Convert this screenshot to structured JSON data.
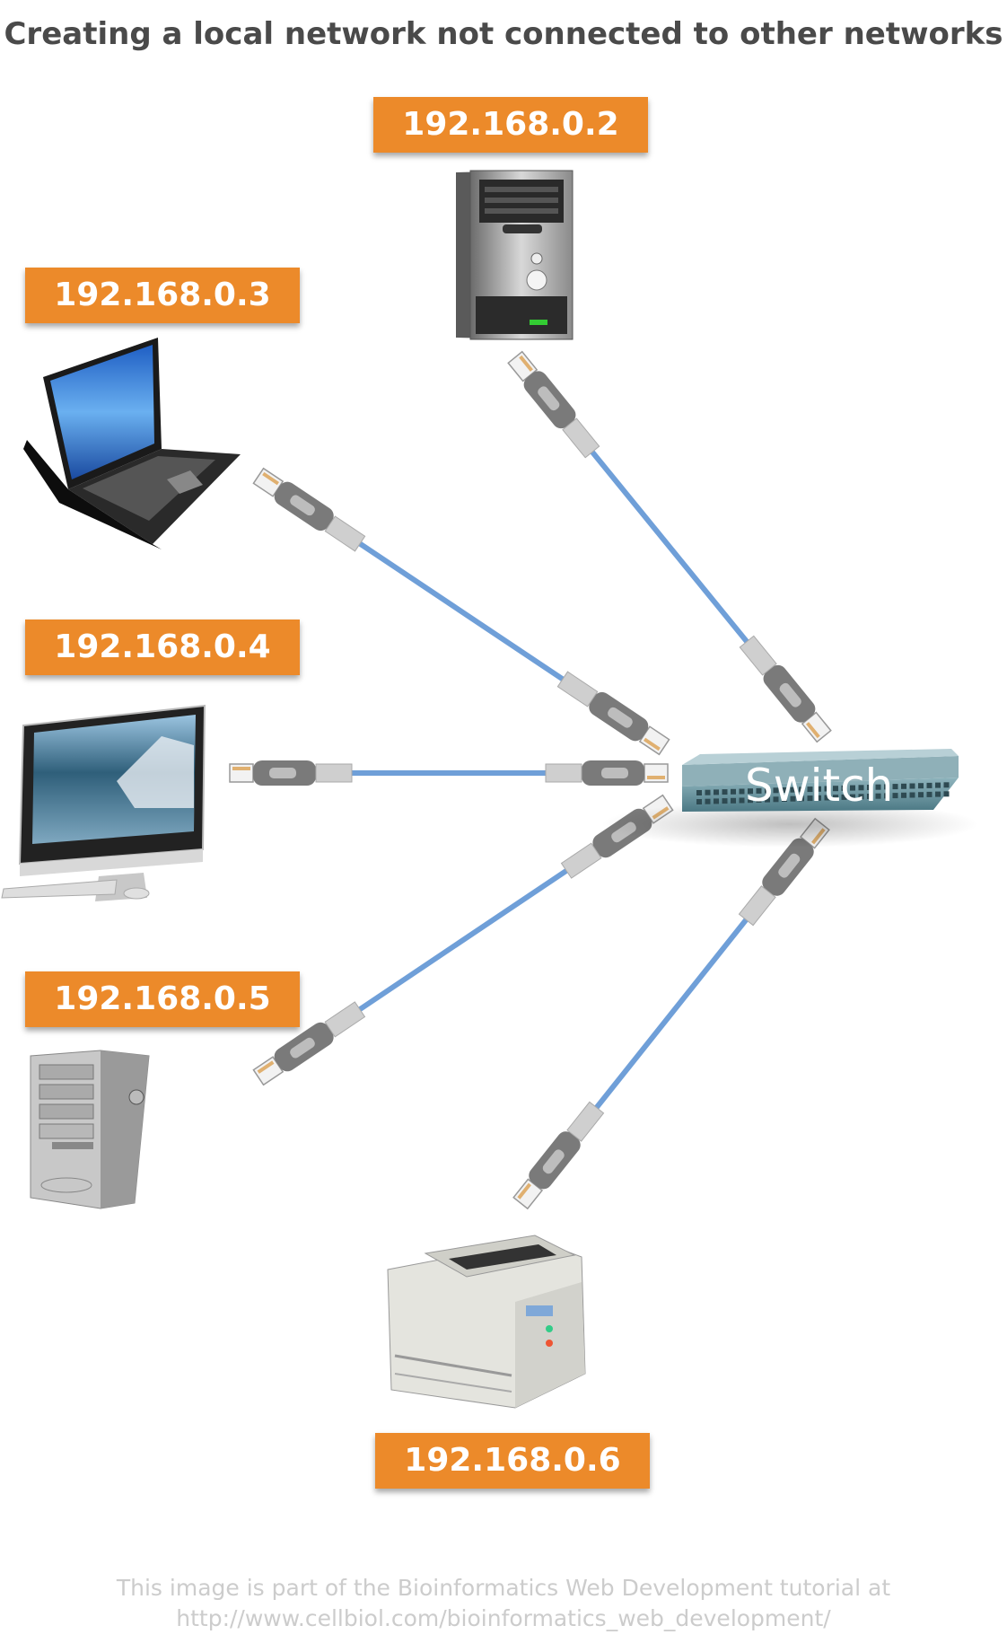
{
  "title": "Creating a local network not connected to other networks",
  "switch": {
    "label": "Switch"
  },
  "devices": {
    "server": {
      "ip": "192.168.0.2",
      "icon": "tower-server-icon"
    },
    "laptop": {
      "ip": "192.168.0.3",
      "icon": "laptop-icon"
    },
    "imac": {
      "ip": "192.168.0.4",
      "icon": "desktop-monitor-icon"
    },
    "pc": {
      "ip": "192.168.0.5",
      "icon": "desktop-tower-icon"
    },
    "printer": {
      "ip": "192.168.0.6",
      "icon": "printer-icon"
    }
  },
  "colors": {
    "label_bg": "#ec8a2a",
    "cable": "#6f9fd8",
    "plug": "#7a7a7a",
    "switch": "#5a8a96"
  },
  "footer": {
    "line1": "This image is part of the Bioinformatics Web Development tutorial at",
    "line2": "http://www.cellbiol.com/bioinformatics_web_development/"
  }
}
